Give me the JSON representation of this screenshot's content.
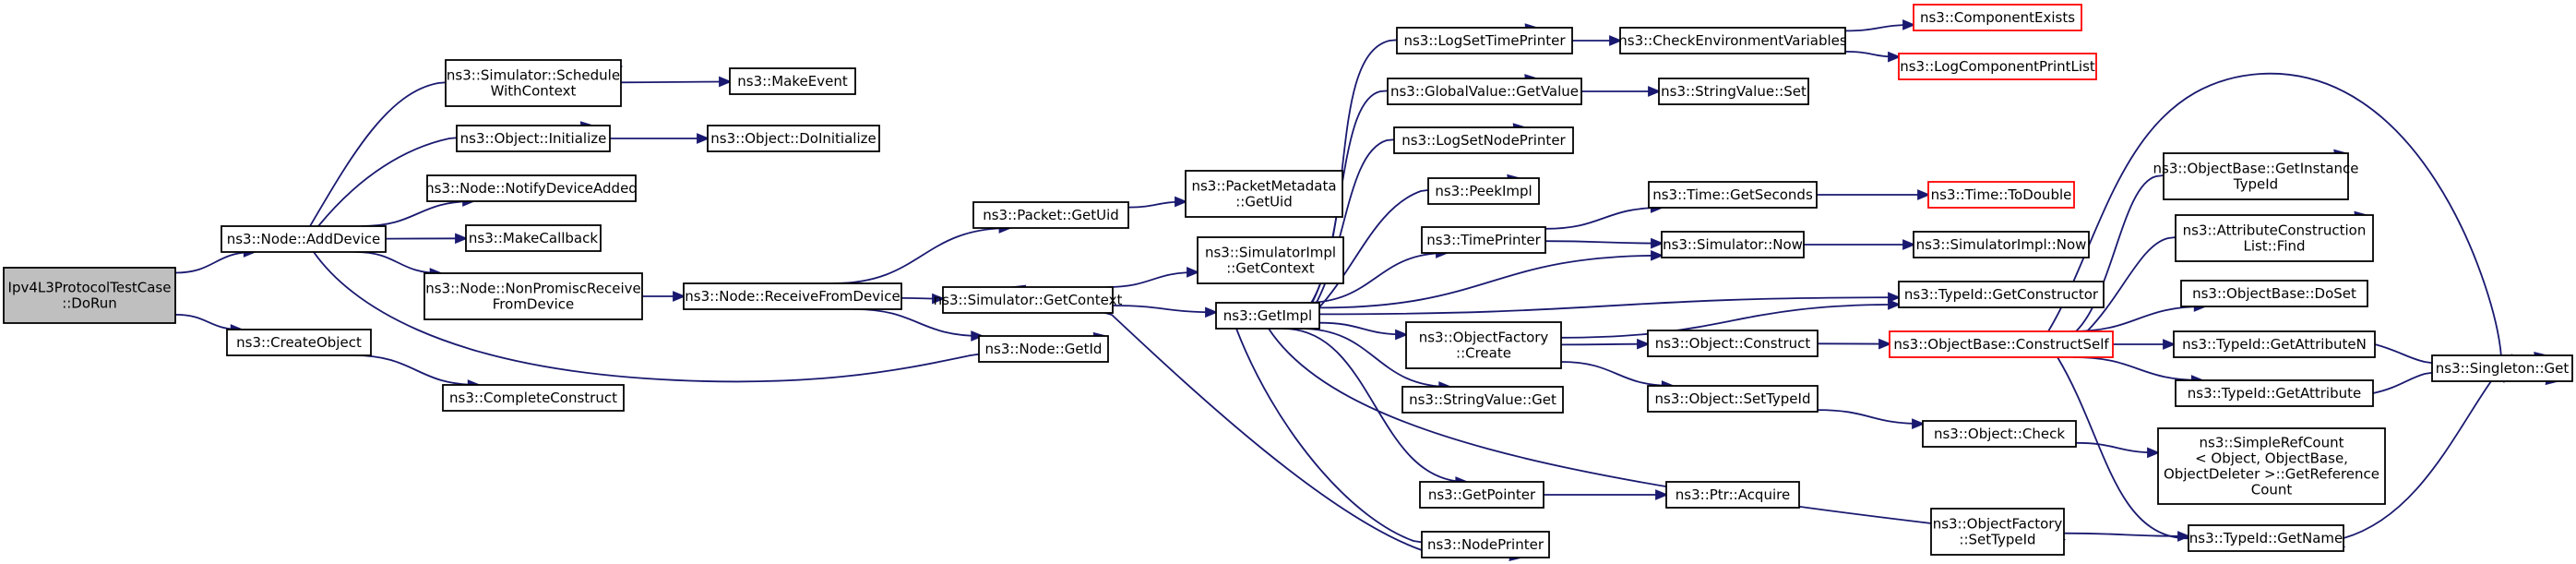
{
  "diagram": {
    "type": "call-graph",
    "colors": {
      "edge": "#191970",
      "box_border": "#000000",
      "missing_border": "#ff0000",
      "root_fill": "#bfbfbf"
    },
    "nodes": [
      {
        "id": "root",
        "lines": [
          "Ipv4L3ProtocolTestCase",
          "::DoRun"
        ],
        "style": "root"
      },
      {
        "id": "addDevice",
        "lines": [
          "ns3::Node::AddDevice"
        ]
      },
      {
        "id": "createObject",
        "lines": [
          "ns3::CreateObject"
        ]
      },
      {
        "id": "schedule",
        "lines": [
          "ns3::Simulator::Schedule",
          "WithContext"
        ]
      },
      {
        "id": "objInit",
        "lines": [
          "ns3::Object::Initialize"
        ]
      },
      {
        "id": "notifyDev",
        "lines": [
          "ns3::Node::NotifyDeviceAdded"
        ]
      },
      {
        "id": "makeCallback",
        "lines": [
          "ns3::MakeCallback"
        ]
      },
      {
        "id": "nonPromisc",
        "lines": [
          "ns3::Node::NonPromiscReceive",
          "FromDevice"
        ]
      },
      {
        "id": "completeConstruct",
        "lines": [
          "ns3::CompleteConstruct"
        ]
      },
      {
        "id": "makeEvent",
        "lines": [
          "ns3::MakeEvent"
        ]
      },
      {
        "id": "doInit",
        "lines": [
          "ns3::Object::DoInitialize"
        ]
      },
      {
        "id": "recvFromDev",
        "lines": [
          "ns3::Node::ReceiveFromDevice"
        ]
      },
      {
        "id": "packetGetUid",
        "lines": [
          "ns3::Packet::GetUid"
        ]
      },
      {
        "id": "getContext",
        "lines": [
          "ns3::Simulator::GetContext"
        ]
      },
      {
        "id": "nodeGetId",
        "lines": [
          "ns3::Node::GetId"
        ]
      },
      {
        "id": "pmGetUid",
        "lines": [
          "ns3::PacketMetadata",
          "::GetUid"
        ]
      },
      {
        "id": "simImplGetContext",
        "lines": [
          "ns3::SimulatorImpl",
          "::GetContext"
        ]
      },
      {
        "id": "getImpl",
        "lines": [
          "ns3::GetImpl"
        ]
      },
      {
        "id": "logSetTime",
        "lines": [
          "ns3::LogSetTimePrinter"
        ]
      },
      {
        "id": "gvGetValue",
        "lines": [
          "ns3::GlobalValue::GetValue"
        ]
      },
      {
        "id": "logSetNode",
        "lines": [
          "ns3::LogSetNodePrinter"
        ]
      },
      {
        "id": "peekImpl",
        "lines": [
          "ns3::PeekImpl"
        ]
      },
      {
        "id": "timePrinter",
        "lines": [
          "ns3::TimePrinter"
        ]
      },
      {
        "id": "ofCreate",
        "lines": [
          "ns3::ObjectFactory",
          "::Create"
        ]
      },
      {
        "id": "svGet",
        "lines": [
          "ns3::StringValue::Get"
        ]
      },
      {
        "id": "getPointer",
        "lines": [
          "ns3::GetPointer"
        ]
      },
      {
        "id": "nodePrinter",
        "lines": [
          "ns3::NodePrinter"
        ]
      },
      {
        "id": "checkEnv",
        "lines": [
          "ns3::CheckEnvironmentVariables"
        ]
      },
      {
        "id": "svSet",
        "lines": [
          "ns3::StringValue::Set"
        ]
      },
      {
        "id": "timeGetSeconds",
        "lines": [
          "ns3::Time::GetSeconds"
        ]
      },
      {
        "id": "simNow",
        "lines": [
          "ns3::Simulator::Now"
        ]
      },
      {
        "id": "objConstruct",
        "lines": [
          "ns3::Object::Construct"
        ]
      },
      {
        "id": "objSetTypeId",
        "lines": [
          "ns3::Object::SetTypeId"
        ]
      },
      {
        "id": "ptrAcquire",
        "lines": [
          "ns3::Ptr::Acquire"
        ]
      },
      {
        "id": "ofSetTypeId",
        "lines": [
          "ns3::ObjectFactory",
          "::SetTypeId"
        ]
      },
      {
        "id": "compExists",
        "lines": [
          "ns3::ComponentExists"
        ],
        "style": "red"
      },
      {
        "id": "logCompPrint",
        "lines": [
          "ns3::LogComponentPrintList"
        ],
        "style": "red"
      },
      {
        "id": "timeToDouble",
        "lines": [
          "ns3::Time::ToDouble"
        ],
        "style": "red"
      },
      {
        "id": "simImplNow",
        "lines": [
          "ns3::SimulatorImpl::Now"
        ]
      },
      {
        "id": "typeIdGetConstructor",
        "lines": [
          "ns3::TypeId::GetConstructor"
        ]
      },
      {
        "id": "constructSelf",
        "lines": [
          "ns3::ObjectBase::ConstructSelf"
        ],
        "style": "red"
      },
      {
        "id": "objCheck",
        "lines": [
          "ns3::Object::Check"
        ]
      },
      {
        "id": "obGetInstance",
        "lines": [
          "ns3::ObjectBase::GetInstance",
          "TypeId"
        ]
      },
      {
        "id": "acListFind",
        "lines": [
          "ns3::AttributeConstruction",
          "List::Find"
        ]
      },
      {
        "id": "obDoSet",
        "lines": [
          "ns3::ObjectBase::DoSet"
        ]
      },
      {
        "id": "getAttributeN",
        "lines": [
          "ns3::TypeId::GetAttributeN"
        ]
      },
      {
        "id": "getAttribute",
        "lines": [
          "ns3::TypeId::GetAttribute"
        ]
      },
      {
        "id": "simpleRefCount",
        "lines": [
          "ns3::SimpleRefCount",
          "< Object, ObjectBase,",
          " ObjectDeleter >::GetReference",
          "Count"
        ]
      },
      {
        "id": "typeIdGetName",
        "lines": [
          "ns3::TypeId::GetName"
        ]
      },
      {
        "id": "singletonGet",
        "lines": [
          "ns3::Singleton::Get"
        ]
      }
    ],
    "edges": [
      {
        "from": "root",
        "to": "addDevice"
      },
      {
        "from": "root",
        "to": "createObject"
      },
      {
        "from": "addDevice",
        "to": "schedule"
      },
      {
        "from": "addDevice",
        "to": "objInit"
      },
      {
        "from": "addDevice",
        "to": "notifyDev"
      },
      {
        "from": "addDevice",
        "to": "makeCallback"
      },
      {
        "from": "addDevice",
        "to": "nonPromisc"
      },
      {
        "from": "addDevice",
        "to": "nodeGetId"
      },
      {
        "from": "createObject",
        "to": "completeConstruct"
      },
      {
        "from": "schedule",
        "to": "makeEvent"
      },
      {
        "from": "objInit",
        "to": "doInit"
      },
      {
        "from": "nonPromisc",
        "to": "recvFromDev"
      },
      {
        "from": "recvFromDev",
        "to": "packetGetUid"
      },
      {
        "from": "recvFromDev",
        "to": "getContext"
      },
      {
        "from": "recvFromDev",
        "to": "nodeGetId"
      },
      {
        "from": "packetGetUid",
        "to": "pmGetUid"
      },
      {
        "from": "getContext",
        "to": "simImplGetContext"
      },
      {
        "from": "getContext",
        "to": "getImpl"
      },
      {
        "from": "getImpl",
        "to": "logSetTime"
      },
      {
        "from": "getImpl",
        "to": "gvGetValue"
      },
      {
        "from": "getImpl",
        "to": "logSetNode"
      },
      {
        "from": "getImpl",
        "to": "peekImpl"
      },
      {
        "from": "getImpl",
        "to": "timePrinter"
      },
      {
        "from": "getImpl",
        "to": "ofCreate"
      },
      {
        "from": "getImpl",
        "to": "svGet"
      },
      {
        "from": "getImpl",
        "to": "getPointer"
      },
      {
        "from": "getImpl",
        "to": "nodePrinter"
      },
      {
        "from": "getImpl",
        "to": "ofSetTypeId"
      },
      {
        "from": "getImpl",
        "to": "simNow"
      },
      {
        "from": "getImpl",
        "to": "typeIdGetConstructor"
      },
      {
        "from": "nodePrinter",
        "to": "getContext"
      },
      {
        "from": "logSetTime",
        "to": "checkEnv"
      },
      {
        "from": "checkEnv",
        "to": "compExists"
      },
      {
        "from": "checkEnv",
        "to": "logCompPrint"
      },
      {
        "from": "gvGetValue",
        "to": "svSet"
      },
      {
        "from": "timePrinter",
        "to": "timeGetSeconds"
      },
      {
        "from": "timePrinter",
        "to": "simNow"
      },
      {
        "from": "timeGetSeconds",
        "to": "timeToDouble"
      },
      {
        "from": "simNow",
        "to": "simImplNow"
      },
      {
        "from": "ofCreate",
        "to": "typeIdGetConstructor"
      },
      {
        "from": "ofCreate",
        "to": "objConstruct"
      },
      {
        "from": "ofCreate",
        "to": "objSetTypeId"
      },
      {
        "from": "objConstruct",
        "to": "constructSelf"
      },
      {
        "from": "objSetTypeId",
        "to": "objCheck"
      },
      {
        "from": "getPointer",
        "to": "ptrAcquire"
      },
      {
        "from": "ofSetTypeId",
        "to": "typeIdGetName"
      },
      {
        "from": "constructSelf",
        "to": "obGetInstance"
      },
      {
        "from": "constructSelf",
        "to": "acListFind"
      },
      {
        "from": "constructSelf",
        "to": "obDoSet"
      },
      {
        "from": "constructSelf",
        "to": "getAttributeN"
      },
      {
        "from": "constructSelf",
        "to": "getAttribute"
      },
      {
        "from": "constructSelf",
        "to": "typeIdGetName"
      },
      {
        "from": "constructSelf",
        "to": "singletonGet"
      },
      {
        "from": "objCheck",
        "to": "simpleRefCount"
      },
      {
        "from": "getAttributeN",
        "to": "singletonGet"
      },
      {
        "from": "getAttribute",
        "to": "singletonGet"
      },
      {
        "from": "typeIdGetName",
        "to": "singletonGet"
      }
    ]
  }
}
